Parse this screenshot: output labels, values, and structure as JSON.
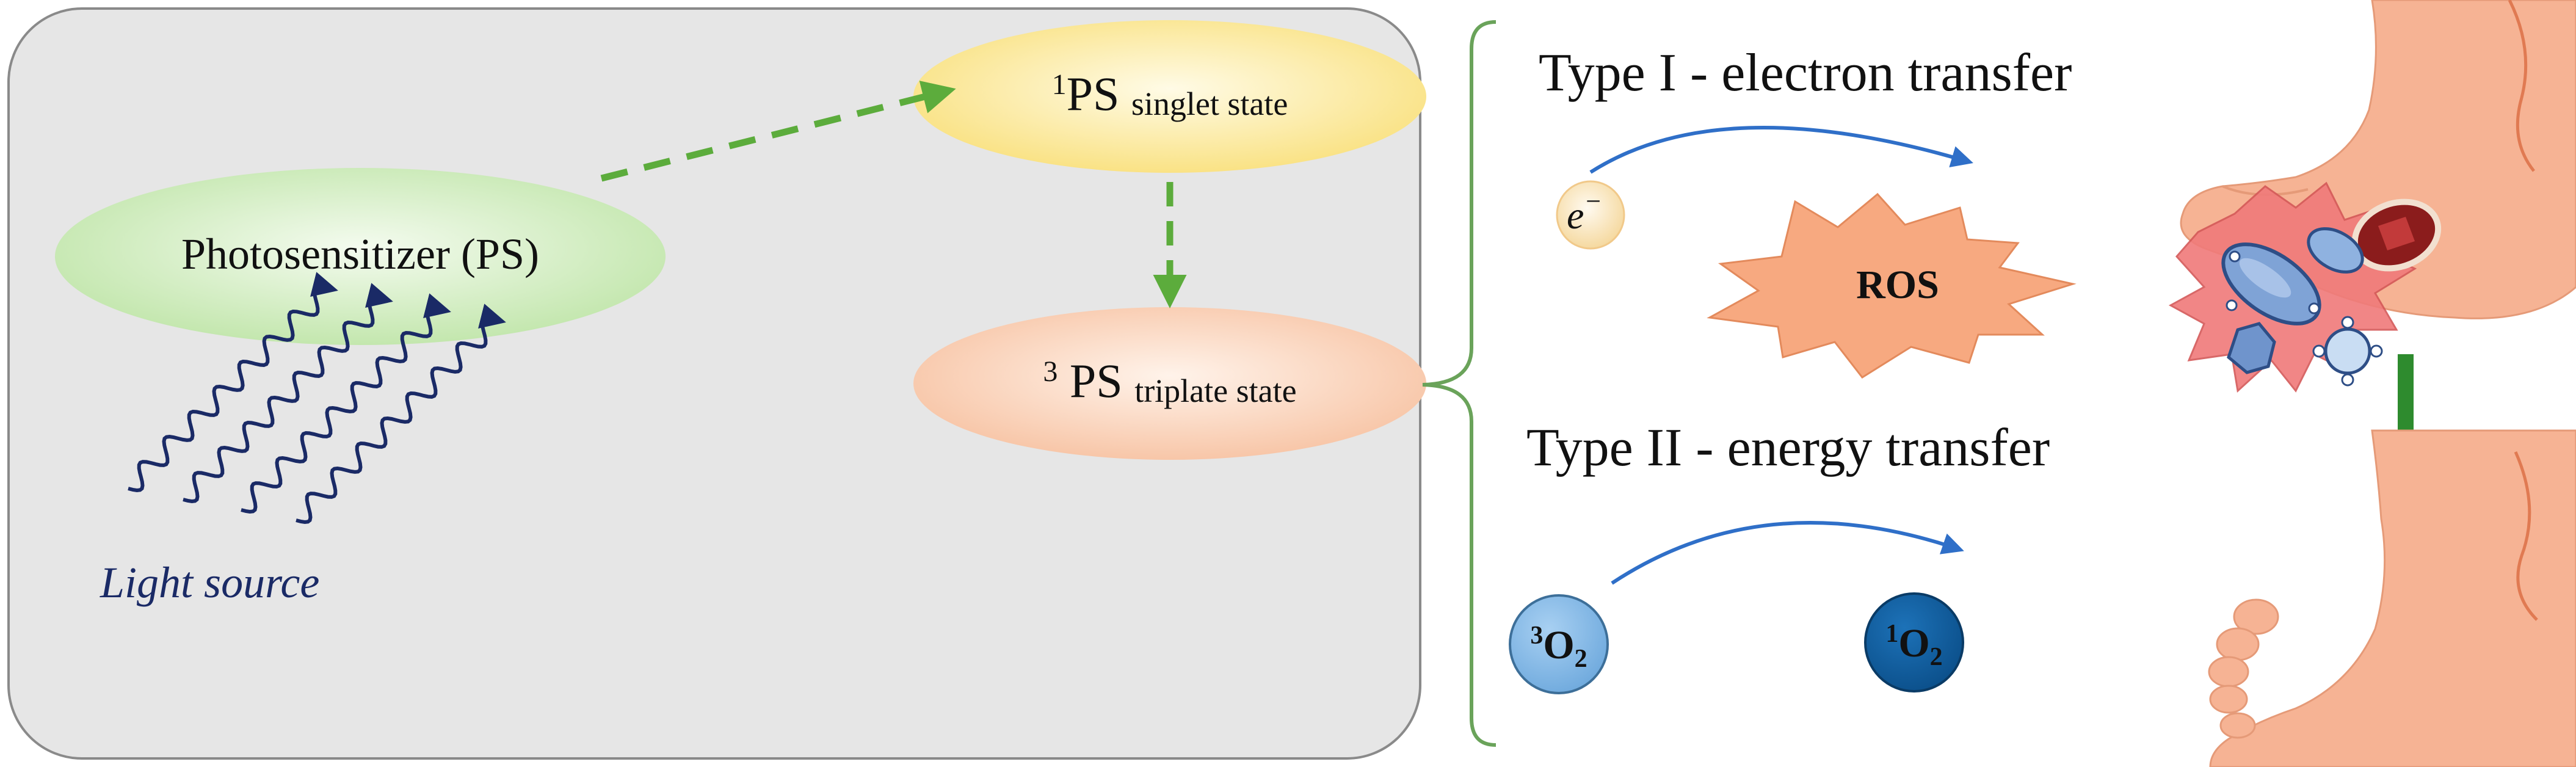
{
  "left_panel": {
    "photosensitizer_label": "Photosensitizer (PS)",
    "singlet": {
      "superscript": "1",
      "main": "PS",
      "sub": "singlet state"
    },
    "triplet": {
      "superscript": "3",
      "main": "PS",
      "sub": "triplate state"
    },
    "light_source_label": "Light source"
  },
  "type1": {
    "title": "Type I - electron transfer",
    "electron_symbol": "e",
    "electron_charge": "−",
    "ros_label": "ROS"
  },
  "type2": {
    "title": "Type II - energy transfer",
    "triplet_oxygen": {
      "superscript": "3",
      "main": "O",
      "sub": "2"
    },
    "singlet_oxygen": {
      "superscript": "1",
      "main": "O",
      "sub": "2"
    }
  },
  "colors": {
    "panel_fill": "#e6e6e6",
    "dashed_arrow": "#5cac3c",
    "wave": "#1a2a66",
    "curve_arrow": "#2f6fc8",
    "skin": "#f6b394",
    "ros": "#f7a980",
    "healing_arrow": "#2e8b2e",
    "bracket": "#6aa35a"
  }
}
